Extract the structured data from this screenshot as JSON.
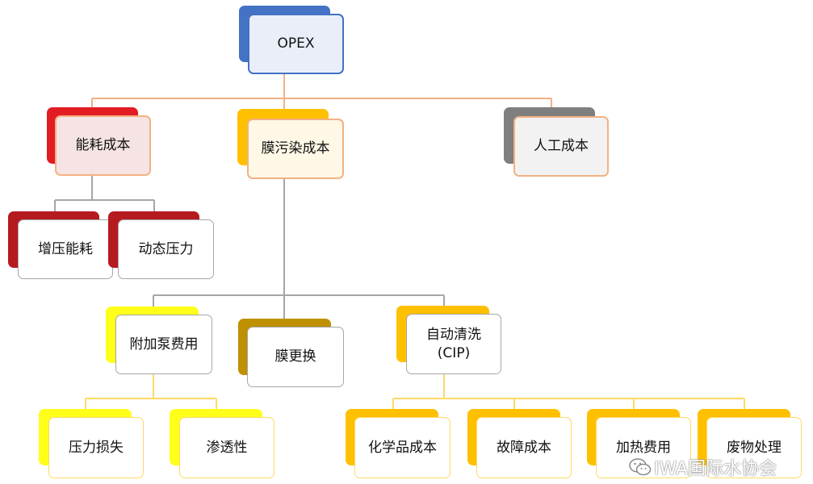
{
  "colors": {
    "opex_back": "#4472C4",
    "opex_border": "#4472C4",
    "opex_fill": "#E9EEF8",
    "red_back": "#E31C23",
    "red_border": "#ED7D31",
    "red_fill": "#F6E4E4",
    "dark_red_back": "#B51A1F",
    "light_border": "#A6A6A6",
    "orange_back": "#FFC000",
    "orange_border": "#F4B183",
    "cream_fill": "#FFF8E6",
    "gray_back": "#7F7F7F",
    "gray_fill": "#F2F2F2",
    "yellow_back": "#FFFF1A",
    "brown_back": "#BF9000",
    "line_orange": "#F4B183",
    "line_gray": "#A6A6A6",
    "line_yellow": "#FFD966"
  },
  "nodes": {
    "opex": "OPEX",
    "energy_cost": "能耗成本",
    "fouling_cost": "膜污染成本",
    "labor_cost": "人工成本",
    "boost_energy": "增压能耗",
    "dynamic_pressure": "动态压力",
    "extra_pump": "附加泵费用",
    "membrane_replace": "膜更换",
    "cip": "自动清洗\n(CIP)",
    "pressure_loss": "压力损失",
    "permeability": "渗透性",
    "chemical_cost": "化学品成本",
    "fault_cost": "故障成本",
    "heating_cost": "加热费用",
    "waste_treatment": "废物处理"
  },
  "watermark": {
    "icon": "wechat-icon",
    "text": "IWA国际水协会"
  }
}
